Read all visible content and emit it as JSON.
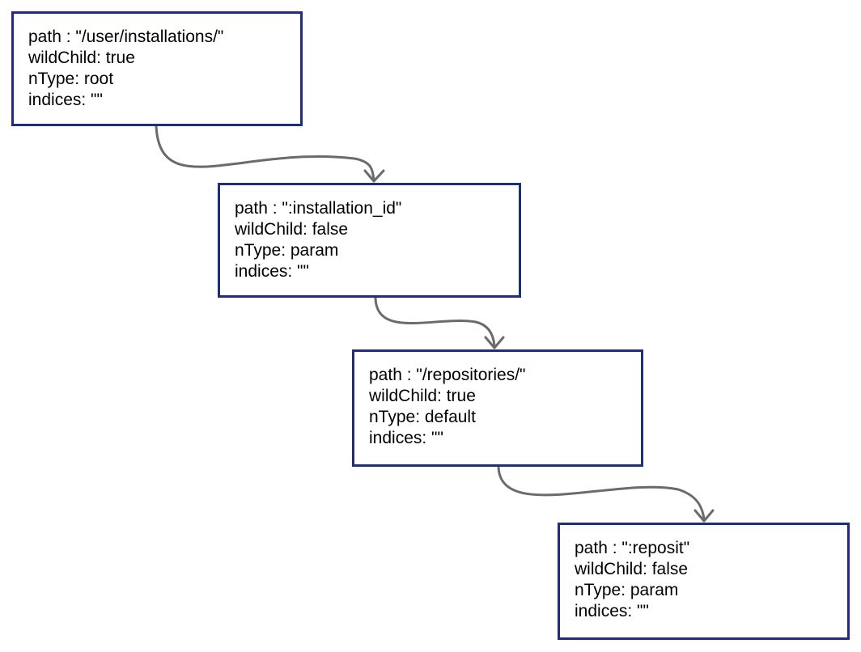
{
  "nodes": [
    {
      "path": "path : \"/user/installations/\"",
      "wildChild": "wildChild: true",
      "nType": "nType: root",
      "indices": "indices: \"\""
    },
    {
      "path": "path : \":installation_id\"",
      "wildChild": "wildChild: false",
      "nType": "nType: param",
      "indices": "indices: \"\""
    },
    {
      "path": "path : \"/repositories/\"",
      "wildChild": "wildChild: true",
      "nType": "nType: default",
      "indices": "indices: \"\""
    },
    {
      "path": "path : \":reposit\"",
      "wildChild": "wildChild: false",
      "nType": "nType: param",
      "indices": "indices: \"\""
    }
  ],
  "colors": {
    "box_border": "#1f2d7a",
    "connector": "#6b6b6b"
  }
}
